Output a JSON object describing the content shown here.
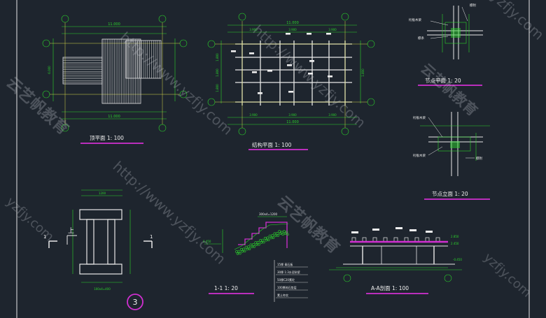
{
  "colors": {
    "background": "#1e252e",
    "dimension": "#2bd62b",
    "structure": "#e8e8e8",
    "axis": "#d8d84a",
    "title_underline": "#d02fd0",
    "annotation": "#f0f0f0",
    "hatch": "#2fa02f",
    "watermark": "#c8ccd2"
  },
  "views": {
    "roof_plan": {
      "title": "顶平面  1: 100",
      "dim_total": "11.000",
      "dim_side": "6.000"
    },
    "structure_plan": {
      "title": "结构平面  1: 100",
      "dim_total": "11.000",
      "dim_segments": [
        "3.900",
        "3.900",
        "3.900"
      ],
      "dim_side": [
        "1.800",
        "1.800",
        "1.800"
      ]
    },
    "node_plan": {
      "title": "节点平面  1: 20",
      "labels": [
        "檩条",
        "桁板木梁",
        "檩附"
      ]
    },
    "node_elevation": {
      "title": "节点立面  1: 20",
      "labels": [
        "桁板木梁",
        "桁板木梁",
        "檩附"
      ]
    },
    "section_1_1": {
      "title": "1-1  1: 20",
      "marker": "1",
      "label_up": "上",
      "dims": [
        "1200",
        "100x4=400"
      ],
      "layers": [
        "15厚 青石板",
        "30厚 1:3水泥砂浆",
        "50厚C20素砼",
        "100厚碎石垫层",
        "素土夯实"
      ],
      "elev": "0.450",
      "top_dim": "300x4=1200"
    },
    "section_a_a": {
      "title": "A-A剖面  1: 100",
      "elev_top": "2.850",
      "elev_mid": "2.450",
      "elev_base": "-0.450"
    }
  },
  "sheet_number": "3",
  "watermark": {
    "brand": "云艺帆教育",
    "url": "http://www.yzfjy.com",
    "short": "yzfjy.com"
  }
}
